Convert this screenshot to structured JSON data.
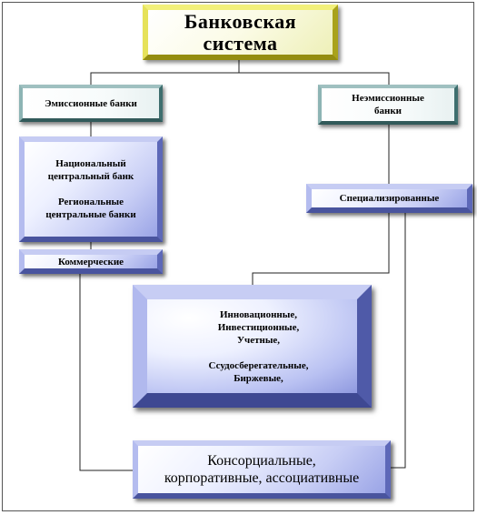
{
  "title": "Банковская система",
  "emission": "Эмиссионные банки",
  "non_emission": "Неэмиссионные банки",
  "central_banks": {
    "national": "Национальный центральный банк",
    "regional": "Региональные центральные банки"
  },
  "commercial": "Коммерческие",
  "specialized": "Специализированные",
  "types": {
    "line1": "Инновационные,",
    "line2": "Инвестиционные,",
    "line3": "Учетные,",
    "line4": "Ссудосберегательные,",
    "line5": "Биржевые,"
  },
  "consortium": {
    "line1": "Консорциальные,",
    "line2": "корпоративные, ассоциативные"
  },
  "colors": {
    "blue_accent": "#5d68b8",
    "teal_accent": "#3e6e6e",
    "gold_accent": "#e6e25a"
  }
}
